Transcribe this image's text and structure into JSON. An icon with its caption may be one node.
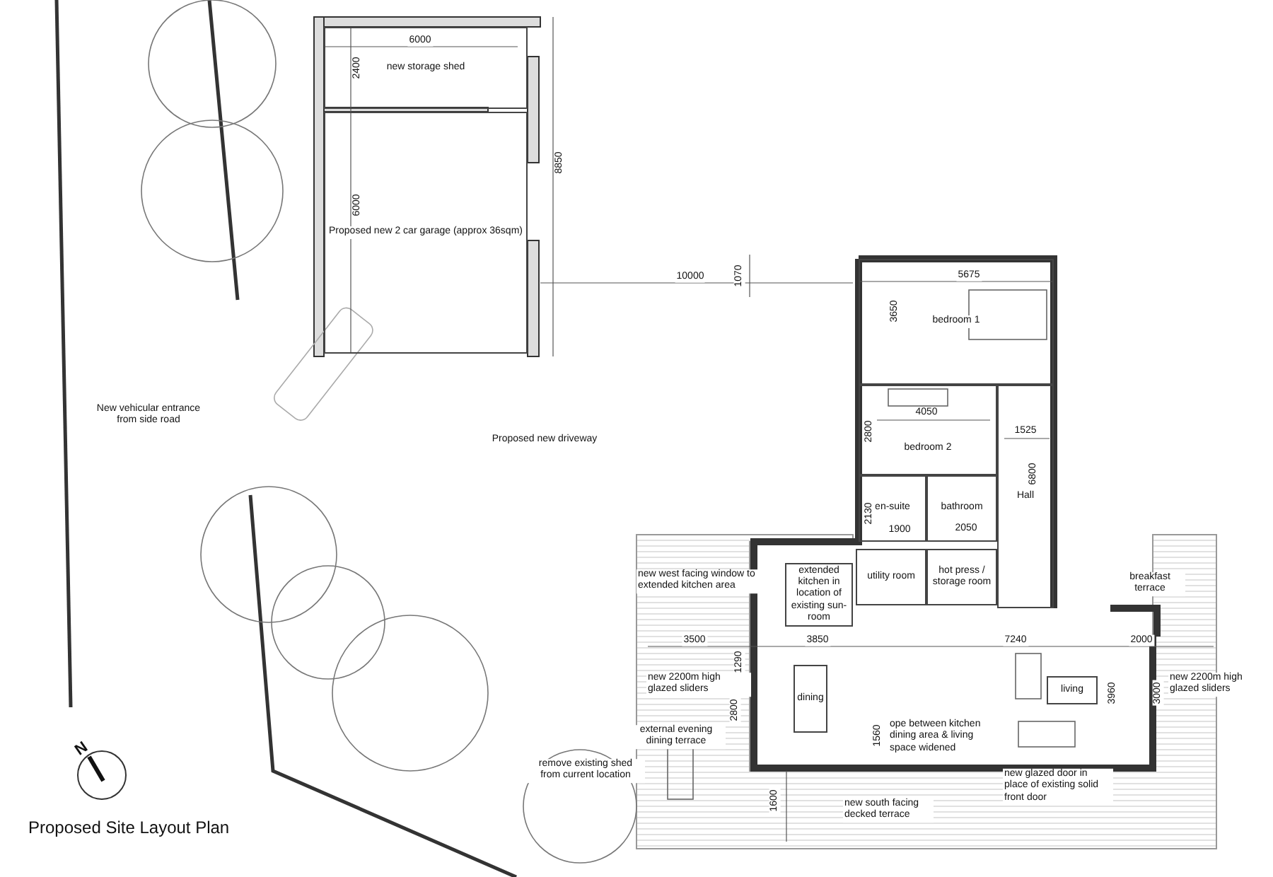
{
  "diagram": {
    "title": "Proposed Site Layout Plan",
    "nodes": [
      {
        "text": [
          "new storage shed"
        ]
      },
      {
        "text": [
          "Proposed new 2 car garage (approx 36sqm)"
        ]
      },
      {
        "text": [
          "bedroom 1"
        ]
      },
      {
        "text": [
          "bedroom 2"
        ]
      },
      {
        "text": [
          "en-suite"
        ]
      },
      {
        "text": [
          "bathroom"
        ]
      },
      {
        "text": [
          "extended kitchen in location of existing sun-room"
        ]
      },
      {
        "text": [
          "utility room"
        ]
      },
      {
        "text": [
          "hot press / storage room"
        ]
      },
      {
        "text": [
          "Hall"
        ]
      },
      {
        "text": [
          "dining"
        ]
      },
      {
        "text": [
          "living"
        ]
      }
    ],
    "labels": [
      "6000",
      "2400",
      "8850",
      "6000",
      "10000",
      "1070",
      "5675",
      "3650",
      "New vehicular entrance from side road",
      "2800",
      "4050",
      "1525",
      "Proposed new driveway",
      "6800",
      "2130",
      "1900",
      "2050",
      "new west facing window to extended kitchen area",
      "breakfast terrace",
      "3500",
      "3850",
      "7240",
      "2000",
      "1290",
      "new 2200m high glazed sliders",
      "new 2200m high glazed sliders",
      "3960",
      "3000",
      "2800",
      "external evening dining terrace",
      "1560",
      "ope between kitchen dining area & living space widened",
      "remove existing shed from current location",
      "new glazed door in place of existing solid front door",
      "1600",
      "new south facing decked terrace",
      "N"
    ]
  }
}
